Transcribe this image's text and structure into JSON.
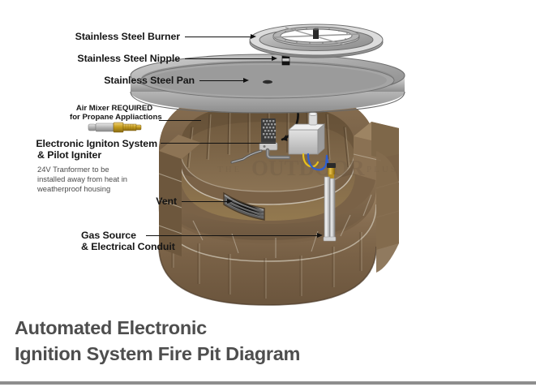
{
  "title": {
    "line1": "Automated Electronic",
    "line2": "Ignition System  Fire Pit Diagram"
  },
  "watermark": {
    "the": "THE",
    "outdoor": "OUTDOOR",
    "plus": "PLUS"
  },
  "callouts": [
    {
      "id": "stainless-steel-burner",
      "label": "Stainless Steel Burner",
      "style": "big"
    },
    {
      "id": "stainless-steel-nipple",
      "label": "Stainless Steel Nipple",
      "style": "big"
    },
    {
      "id": "stainless-steel-pan",
      "label": "Stainless Steel Pan",
      "style": "big"
    },
    {
      "id": "air-mixer",
      "label_line1": "Air Mixer REQUIRED",
      "label_line2": "for Propane Appliactions",
      "style": "mid"
    },
    {
      "id": "electronic-ignition",
      "label_line1": "Electronic Igniton System",
      "label_line2": "& Pilot Igniter",
      "style": "big",
      "note_line1": "24V Tranformer to be",
      "note_line2": "installed away from heat in",
      "note_line3": "weatherproof housing"
    },
    {
      "id": "vent",
      "label": "Vent",
      "style": "big"
    },
    {
      "id": "gas-source",
      "label_line1": "Gas Source",
      "label_line2": "& Electrical Conduit",
      "style": "big"
    }
  ],
  "colors": {
    "stone_light": "#a08a6c",
    "stone_mid": "#7d6549",
    "stone_dark": "#5d4a34",
    "steel_light": "#d3d3d3",
    "steel_mid": "#9a9a9a",
    "steel_dark": "#5e5e5e",
    "brass": "#c9a227",
    "title_gray": "#4e4e4e",
    "footer_gray": "#8e8e8e",
    "leader_black": "#111111"
  }
}
